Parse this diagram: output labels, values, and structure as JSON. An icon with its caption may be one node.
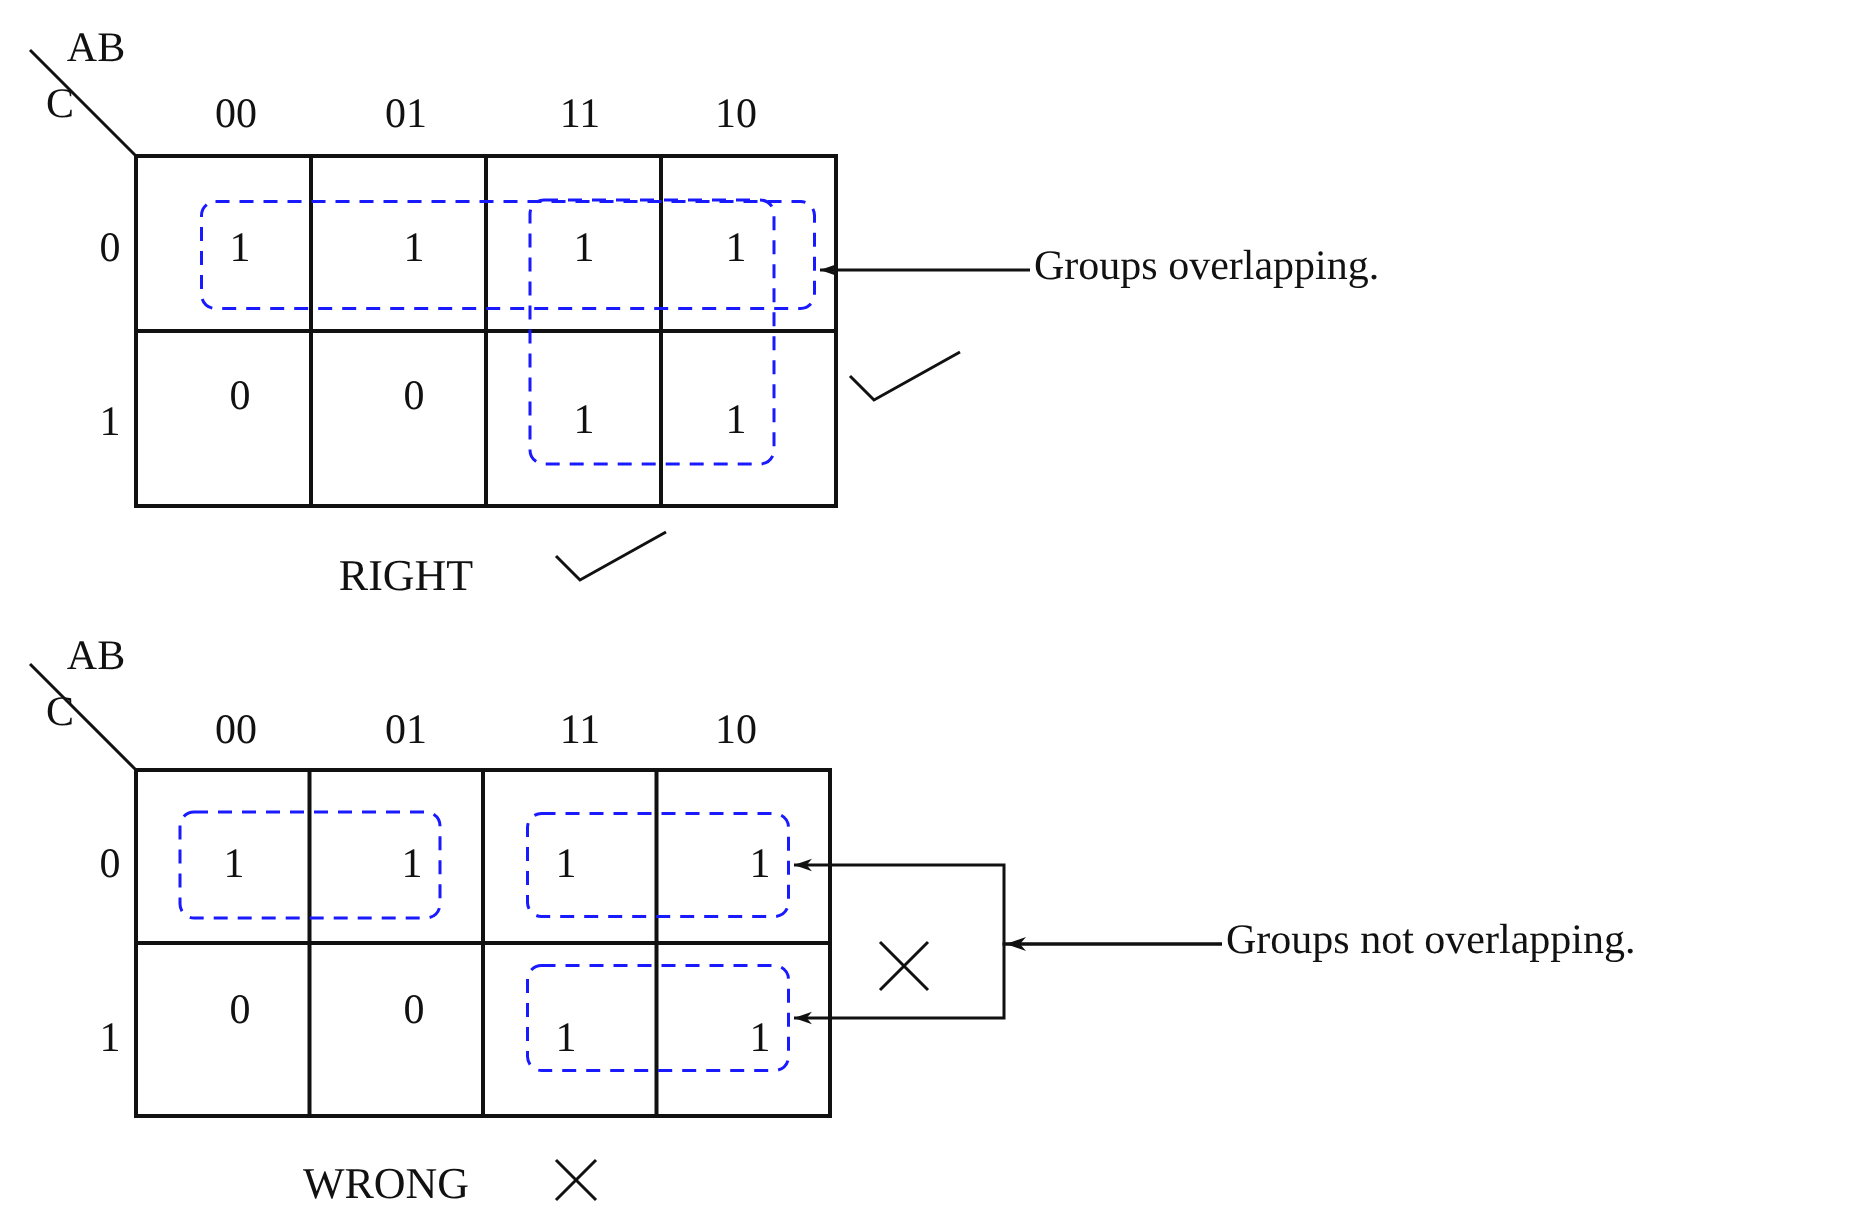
{
  "diagram": {
    "nodes": [
      {
        "text": [
          "Groups overlapping."
        ]
      },
      {
        "text": [],
        "shape": "box"
      },
      {
        "text": [
          "Groups not overlapping."
        ]
      },
      {
        "text": [],
        "shape": "box"
      },
      {
        "text": [],
        "shape": "box"
      }
    ],
    "edges": [
      {
        "from": 0,
        "to": 1,
        "arrow": "to"
      },
      {
        "from": 2,
        "to": 3,
        "arrow": "to"
      },
      {
        "from": 2,
        "to": 4,
        "arrow": "to"
      }
    ],
    "labels": [
      "AB",
      "C",
      "00",
      "01",
      "11",
      "10",
      "0",
      "1",
      "1",
      "1",
      "1",
      "1",
      "0",
      "0",
      "1",
      "1",
      "RIGHT",
      "AB",
      "C",
      "00",
      "01",
      "11",
      "10",
      "0",
      "1",
      "1",
      "1",
      "1",
      "1",
      "0",
      "0",
      "1",
      "1",
      "WRONG"
    ]
  }
}
